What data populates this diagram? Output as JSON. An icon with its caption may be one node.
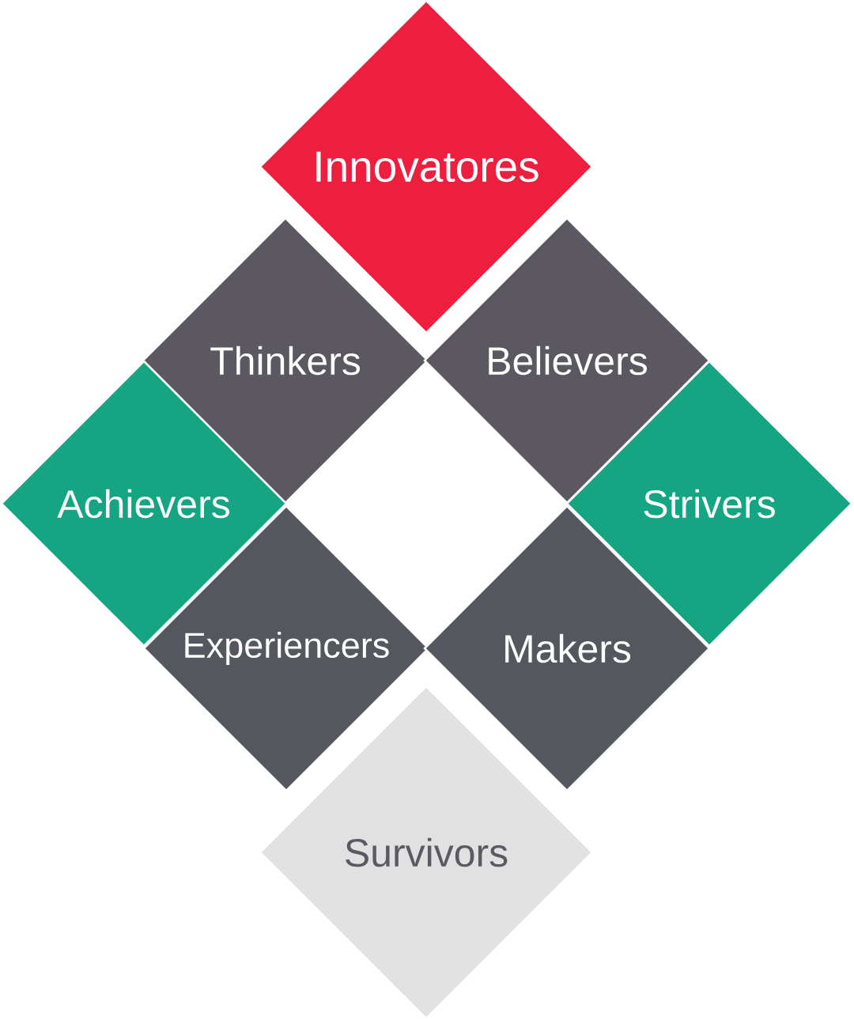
{
  "diagram": {
    "nodes": [
      {
        "text": [
          "Innovatores"
        ]
      },
      {
        "text": [
          "Thinkers"
        ]
      },
      {
        "text": [
          "Believers"
        ]
      },
      {
        "text": [
          "Achievers"
        ]
      },
      {
        "text": [
          "Strivers"
        ]
      },
      {
        "text": [
          "Experiencers"
        ]
      },
      {
        "text": [
          "Makers"
        ]
      },
      {
        "text": [
          "Survivors"
        ]
      }
    ]
  }
}
